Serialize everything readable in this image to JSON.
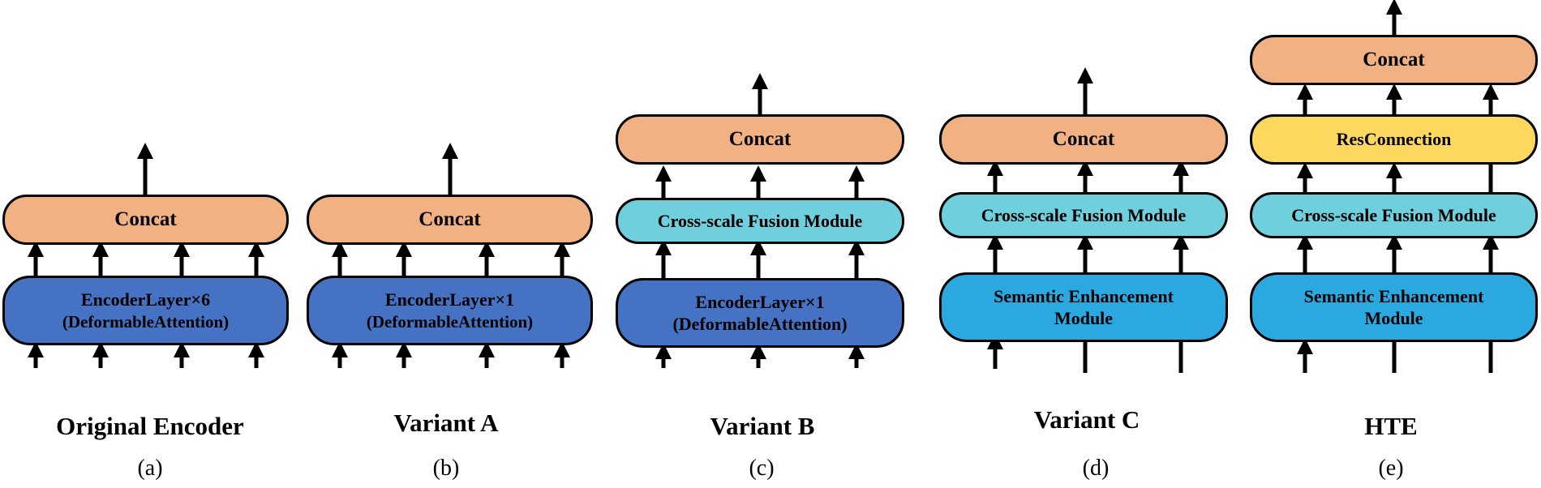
{
  "diagram": {
    "concat_label": "Concat",
    "res_label": "ResConnection",
    "csf_label": "Cross-scale Fusion Module",
    "sem_line1": "Semantic Enhancement",
    "sem_line2": "Module",
    "enc_x6": "EncoderLayer×6",
    "enc_x1": "EncoderLayer×1",
    "deform": "(DeformableAttention)"
  },
  "panels": [
    {
      "title": "Original Encoder",
      "sub": "(a)"
    },
    {
      "title": "Variant A",
      "sub": "(b)"
    },
    {
      "title": "Variant B",
      "sub": "(c)"
    },
    {
      "title": "Variant C",
      "sub": "(d)"
    },
    {
      "title": "HTE",
      "sub": "(e)"
    }
  ],
  "colors": {
    "concat": "#f2b183",
    "resconnection": "#fcd85f",
    "cross_scale_fusion": "#6fcfdc",
    "encoder_layer": "#4672c4",
    "semantic_enhancement": "#2ba8e0"
  }
}
